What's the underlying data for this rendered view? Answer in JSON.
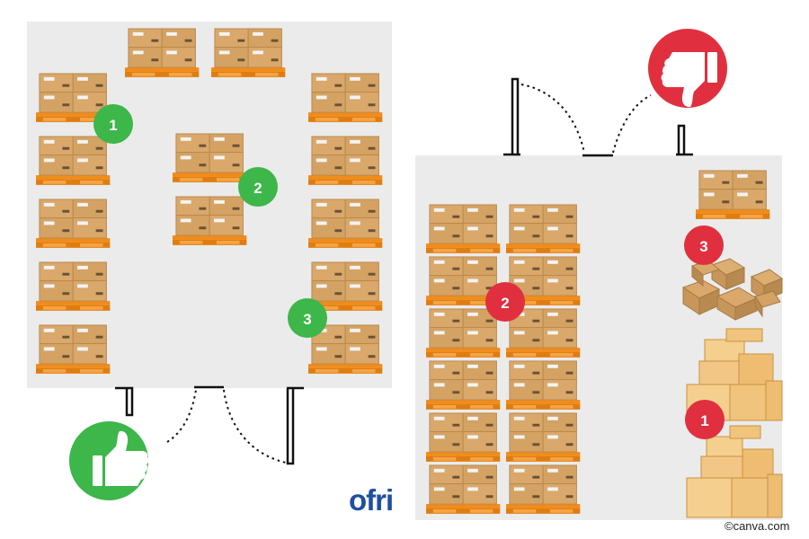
{
  "left_layout": {
    "verdict_icon": "thumbs-up-icon",
    "markers": [
      {
        "label": "1",
        "color": "#3db64a"
      },
      {
        "label": "2",
        "color": "#3db64a"
      },
      {
        "label": "3",
        "color": "#3db64a"
      }
    ]
  },
  "right_layout": {
    "verdict_icon": "thumbs-down-icon",
    "markers": [
      {
        "label": "2",
        "color": "#e0303f"
      },
      {
        "label": "3",
        "color": "#e0303f"
      },
      {
        "label": "1",
        "color": "#e0303f"
      }
    ]
  },
  "colors": {
    "floor": "#ebebeb",
    "box": "#d9a86a",
    "pallet": "#f08c1c",
    "good": "#3db64a",
    "bad": "#e0303f"
  },
  "logo_text": "ofri",
  "credit": "©canva.com"
}
